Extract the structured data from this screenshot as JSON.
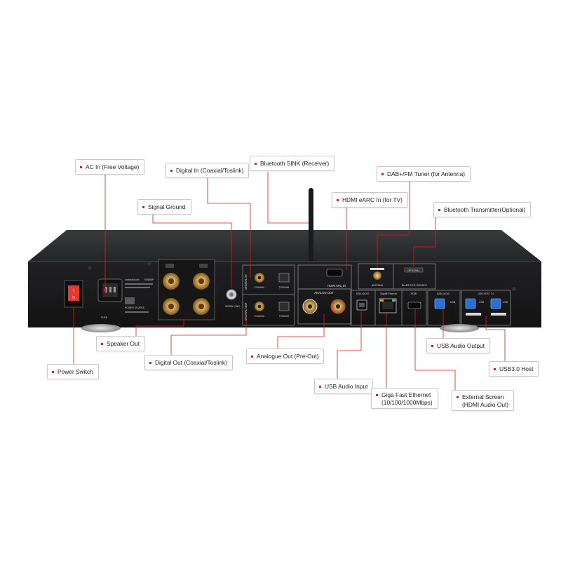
{
  "callouts": {
    "ac_in": "AC In (Free Voltage)",
    "digital_in": "Digital In (Coaxial/Toslink)",
    "bluetooth_sink": "Bluetooth SINK (Receiver)",
    "dab_tuner": "DAB+/FM Tuner (for Antenna)",
    "signal_ground": "Signal Ground",
    "hdmi_earc": "HDMI eARC In (for TV)",
    "bt_transmitter": "Bluetooth  Transmitter(Optional)",
    "speaker_out": "Speaker Out",
    "usb_audio_output": "USB Audio Output",
    "power_switch": "Power Switch",
    "digital_out": "Digital Out (Coaxial/Toslink)",
    "analogue_out": "Analogue Out (Pre-Out)",
    "usb3_host": "USB3.0 Host",
    "usb_audio_input": "USB Audio Input",
    "ethernet_line1": "Giga Fast Ethernet",
    "ethernet_line2": "(10/100/1000Mbps)",
    "external_screen_line1": "External Screen",
    "external_screen_line2": "(HDMI Audio Out)"
  },
  "panel": {
    "brand": "cocktail Audio",
    "model": "X45AMP",
    "digital_in": "DIGITAL IN",
    "digital_out": "DIGITAL OUT",
    "coaxial": "COAXIAL",
    "toslink": "TOSLINK",
    "analog_out": "ANALOG OUT",
    "hdmi_arc_in": "HDMI ARC IN",
    "antenna": "ANTENNA",
    "bluetooth_source": "BLUETOOTH SOURCE",
    "optional": "OPTIONAL",
    "usb_audio": "USB AUDIO",
    "gigabit_ethernet": "Gigabit Ethernet",
    "hdmi": "HDMI",
    "usb_audio_top": "USB AUDIO",
    "usb_host": "USB HOST 3.0",
    "usb": "USB",
    "signal_gnd": "SIGNAL GND",
    "fuse": "FUSE",
    "power_source": "POWER SOURCE"
  },
  "colors": {
    "callout_marker": "#d6201f",
    "leader_line": "#d6201f",
    "chassis": "#1b1b1b",
    "usb_blue": "#2a6fd6"
  }
}
